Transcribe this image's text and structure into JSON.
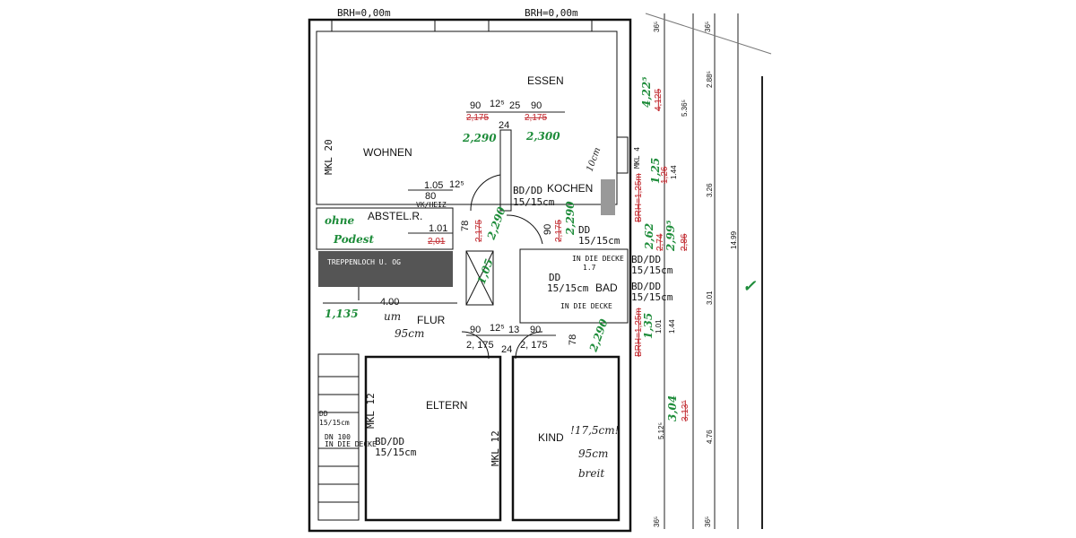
{
  "plan": {
    "top_sill_left": "BRH=0,00m",
    "top_sill_right": "BRH=0,00m",
    "rooms": {
      "essen": "ESSEN",
      "wohnen": "WOHNEN",
      "kochen": "KOCHEN",
      "abstel": "ABSTEL.R.",
      "treppenloch": "TREPPENLOCH U. OG",
      "flur": "FLUR",
      "eltern": "ELTERN",
      "kind": "KIND",
      "bad": "BAD"
    },
    "wall_labels": {
      "mkl20": "MKL 20",
      "mkl12_a": "MKL 12",
      "mkl12_b": "MKL 12",
      "mkl4": "MKL 4",
      "vk_heiz": "VK/HEIZ"
    },
    "openings": {
      "bd_kitchen": [
        "BD/DD",
        "15/15cm"
      ],
      "dd_kitchen": [
        "DD",
        "15/15cm"
      ],
      "bd_eltern": [
        "BD/DD",
        "15/15cm"
      ],
      "dd_stair": [
        "DD",
        "15/15cm"
      ],
      "dd_stair_note": [
        "DN 100",
        "IN DIE DECKE"
      ],
      "bd_bad_1": [
        "BD/DD",
        "15/15cm"
      ],
      "bd_bad_2": [
        "BD/DD",
        "15/15cm"
      ],
      "dd_bad": [
        "DD",
        "15/15cm"
      ],
      "bad_note_1": "IN DIE DECKE",
      "bad_note_2": "IN DIE DECKE",
      "bad_17": "1.7"
    },
    "dimensions": {
      "top_row": [
        "90",
        "12⁵",
        "25",
        "90"
      ],
      "top_red": [
        "2,175",
        "2,175"
      ],
      "top_24": "24",
      "top_green": [
        "2,290",
        "2,300"
      ],
      "abst_top": [
        "1.05",
        "12⁵"
      ],
      "abst_80": "80",
      "abst_101": "1.01",
      "abst_red": "2,01",
      "door_78": "78",
      "door_red": "2,175",
      "door_green": "2,290",
      "kitchen_90": "90",
      "kitchen_red": "2,175",
      "kitchen_green": "2,290",
      "flur_row": [
        "90",
        "12⁵",
        "13",
        "90"
      ],
      "flur_low": [
        "2, 175",
        "24",
        "2, 175"
      ],
      "stair_400": "4.00",
      "stair_green": "1,05",
      "bad_78": "78",
      "bad_green": "2,290"
    },
    "right_dims": {
      "top_365_a": "36⁵",
      "top_365_b": "36⁵",
      "v_4225": "4,22⁵",
      "v_4125_red": "4,125",
      "v_2885": "2.88⁵",
      "v_5365": "5.36⁵",
      "v_144_a": "1.44",
      "v_326": "3.26",
      "v_262": "2,62",
      "v_274_red": "2,74",
      "v_2995": "2,99⁵",
      "v_286_red": "2,86",
      "v_1499": "14.99",
      "v_301": "3.01",
      "v_101": "1.01",
      "v_135": "1,35",
      "v_125": "1,25",
      "v_126_red": "1,26",
      "v_144_b": "1.44",
      "v_5125": "5.12⁵",
      "v_476": "4.76",
      "v_304": "3,04",
      "v_3135_red": "3,13⁵",
      "bot_365_a": "36⁵",
      "bot_365_b": "36⁵",
      "brh_1": "BRH=1,25m",
      "brh_2": "BRH=1,25m",
      "check": "✓"
    },
    "handwritten": {
      "ohne": "ohne",
      "podest": "Podest",
      "stair_1135": "1,135",
      "um": "um",
      "um_95": "95cm",
      "kind_note": "!17,5cm!",
      "kind_95": "95cm",
      "kind_breit": "breit",
      "kitchen_10": "10cm"
    }
  },
  "colors": {
    "ink": "#111111",
    "correction_red": "#c0262c",
    "correction_green": "#1e8c3a",
    "stairwell_fill": "#555555"
  }
}
